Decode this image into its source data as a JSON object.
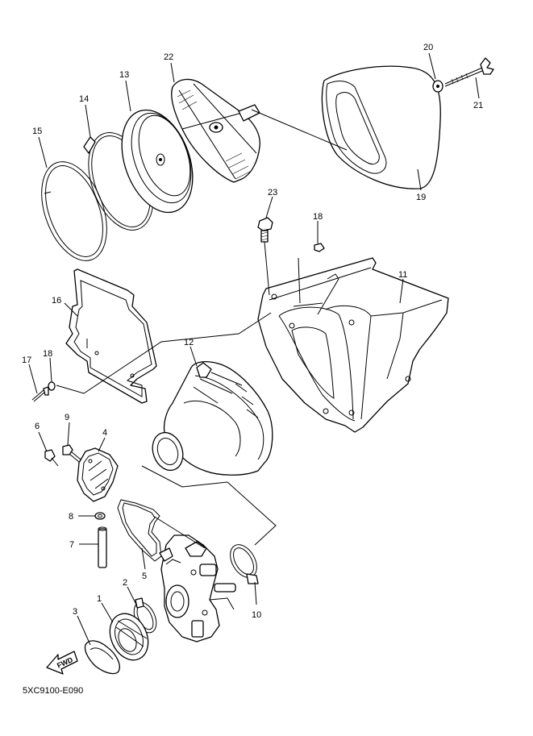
{
  "diagram_code": "5XC9100-E090",
  "fwd_label": "FWD",
  "callouts": {
    "c1": "1",
    "c2": "2",
    "c3": "3",
    "c4": "4",
    "c5": "5",
    "c6": "6",
    "c7": "7",
    "c8": "8",
    "c9": "9",
    "c10": "10",
    "c11": "11",
    "c12": "12",
    "c13": "13",
    "c14": "14",
    "c15": "15",
    "c16": "16",
    "c17": "17",
    "c18a": "18",
    "c18b": "18",
    "c19": "19",
    "c20": "20",
    "c21": "21",
    "c22": "22",
    "c23": "23"
  },
  "colors": {
    "line": "#000000",
    "background": "#ffffff"
  }
}
